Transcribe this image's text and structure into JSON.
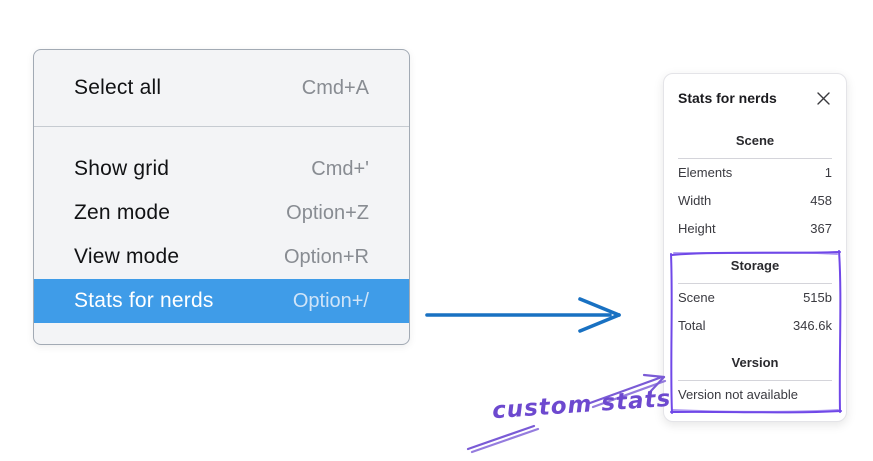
{
  "menu": {
    "items": [
      {
        "label": "Select all",
        "shortcut": "Cmd+A",
        "highlighted": false
      },
      {
        "label": "Show grid",
        "shortcut": "Cmd+'",
        "highlighted": false
      },
      {
        "label": "Zen mode",
        "shortcut": "Option+Z",
        "highlighted": false
      },
      {
        "label": "View mode",
        "shortcut": "Option+R",
        "highlighted": false
      },
      {
        "label": "Stats for nerds",
        "shortcut": "Option+/",
        "highlighted": true
      }
    ]
  },
  "panel": {
    "title": "Stats for nerds",
    "scene": {
      "heading": "Scene",
      "rows": [
        {
          "label": "Elements",
          "value": "1"
        },
        {
          "label": "Width",
          "value": "458"
        },
        {
          "label": "Height",
          "value": "367"
        }
      ]
    },
    "storage": {
      "heading": "Storage",
      "rows": [
        {
          "label": "Scene",
          "value": "515b"
        },
        {
          "label": "Total",
          "value": "346.6k"
        }
      ]
    },
    "version": {
      "heading": "Version",
      "message": "Version not available"
    }
  },
  "annotation": {
    "text": "custom stats"
  },
  "colors": {
    "menu_highlight": "#3f9ce8",
    "menu_background": "#f3f4f6",
    "pointer_arrow_blue": "#1971c2",
    "annotation_purple": "#6d49cf",
    "sketch_box_purple": "#7048e8"
  }
}
